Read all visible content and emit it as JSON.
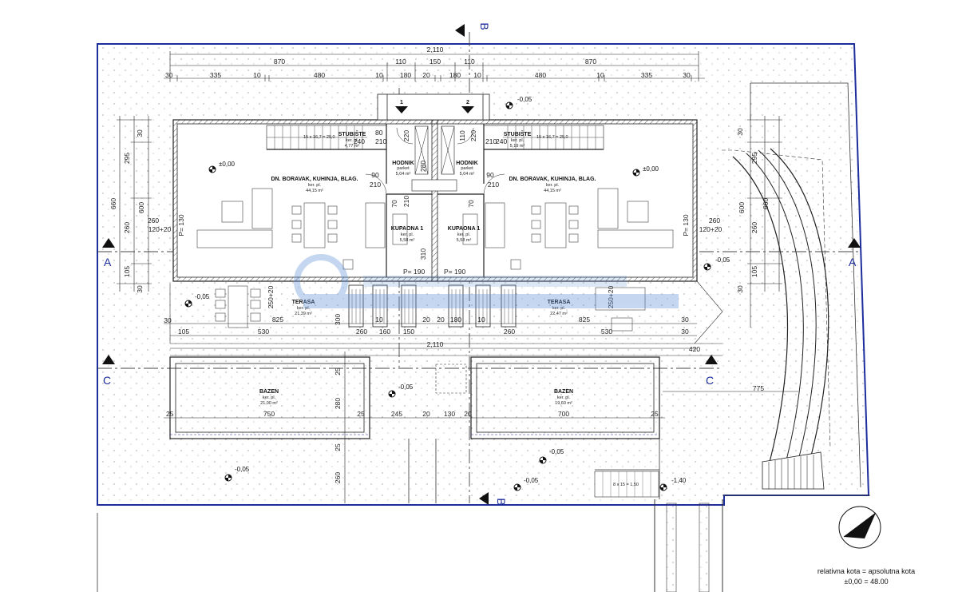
{
  "sections": {
    "a": "A",
    "b": "B",
    "c": "C"
  },
  "axis_marks": [
    "1",
    "2"
  ],
  "dims_top": {
    "total": "2,110",
    "row1": [
      "870",
      "110",
      "150",
      "110",
      "870"
    ],
    "row2": [
      "30",
      "335",
      "10",
      "480",
      "10",
      "180",
      "20",
      "180",
      "10",
      "480",
      "10",
      "335",
      "30"
    ]
  },
  "dims_left": [
    "30",
    "295",
    "660",
    "600",
    "260",
    "105",
    "30",
    "30",
    "260",
    "120+20"
  ],
  "dims_right": [
    "30",
    "295",
    "660",
    "600",
    "260",
    "105",
    "30",
    "260",
    "120+20"
  ],
  "dims_mid": [
    "2,110",
    "825",
    "530",
    "260",
    "10",
    "160",
    "20",
    "150",
    "20",
    "180",
    "10",
    "260",
    "530",
    "825",
    "105",
    "30",
    "30",
    "300",
    "250+20",
    "250+20",
    "420"
  ],
  "dims_pool": [
    "25",
    "750",
    "25",
    "245",
    "20",
    "130",
    "20",
    "700",
    "25",
    "280",
    "25",
    "260",
    "775"
  ],
  "dims_core": [
    "80",
    "220",
    "210",
    "240",
    "90",
    "210",
    "280",
    "70",
    "210",
    "310",
    "110",
    "220",
    "210",
    "240",
    "90",
    "210",
    "70",
    "P= 190",
    "P= 190",
    "P= 130",
    "P= 130"
  ],
  "rooms": {
    "stair_l": {
      "name": "STUBIŠTE",
      "floor": "ker. pl.",
      "area": "4,77 m²"
    },
    "stair_r": {
      "name": "STUBIŠTE",
      "floor": "ker. pl.",
      "area": "5,19 m²"
    },
    "hall_l": {
      "name": "HODNIK",
      "floor": "parket",
      "area": "5,04 m²"
    },
    "hall_r": {
      "name": "HODNIK",
      "floor": "parket",
      "area": "5,04 m²"
    },
    "living_l": {
      "name": "DN. BORAVAK, KUHINJA, BLAG.",
      "floor": "ker. pl.",
      "area": "44,15 m²"
    },
    "living_r": {
      "name": "DN. BORAVAK, KUHINJA, BLAG.",
      "floor": "ker. pl.",
      "area": "44,15 m²"
    },
    "bath_l": {
      "name": "KUPAONA 1",
      "floor": "ker. pl.",
      "area": "5,58 m²"
    },
    "bath_r": {
      "name": "KUPAONA 1",
      "floor": "ker. pl.",
      "area": "5,58 m²"
    },
    "terrace_l": {
      "name": "TERASA",
      "floor": "ker. pl.",
      "area": "21,39 m²"
    },
    "terrace_r": {
      "name": "TERASA",
      "floor": "ker. pl.",
      "area": "22,47 m²"
    },
    "pool_l": {
      "name": "BAZEN",
      "floor": "ker. pl.",
      "area": "21,00 m²"
    },
    "pool_r": {
      "name": "BAZEN",
      "floor": "ker. pl.",
      "area": "19,60 m²"
    }
  },
  "levels": [
    "±0,00",
    "±0,00",
    "-0,05",
    "-0,05",
    "-0,05",
    "-0,05",
    "-0,05",
    "-0,05",
    "-0,05",
    "-1,40"
  ],
  "stair_labels": [
    "15 x 16,7 = 25,0",
    "15 x 16,7 = 25,0",
    "8 x 15 = 1,50"
  ],
  "note": {
    "line1": "relativna kota = apsolutna kota",
    "line2": "±0,00 = 48.00"
  },
  "colors": {
    "line": "#222222",
    "section_blue": "#1c2d9c",
    "grid_dash": "#555555",
    "watermark": "#5b8fd6"
  }
}
